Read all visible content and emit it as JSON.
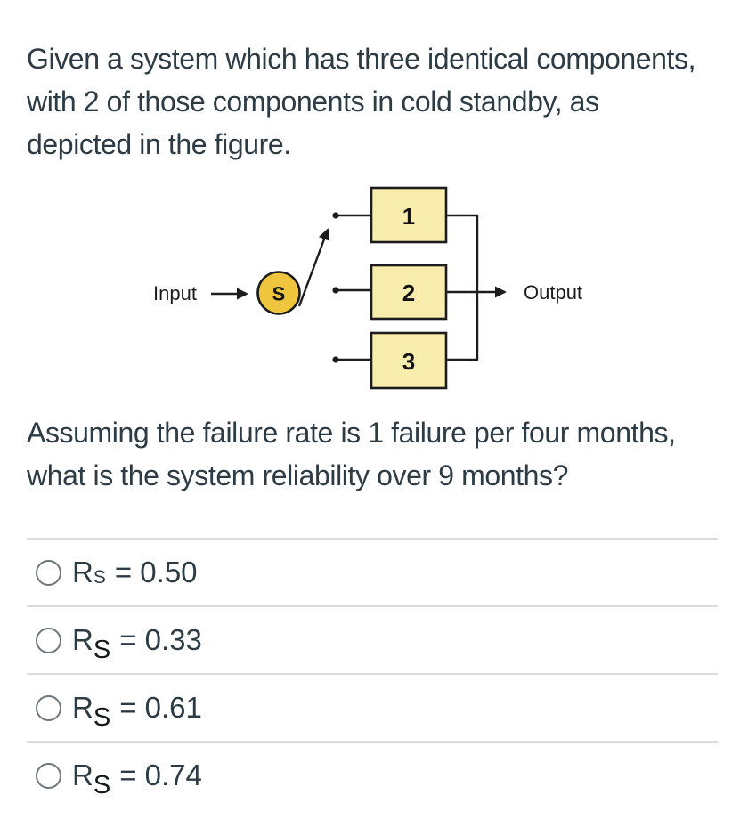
{
  "question": {
    "intro_lines": [
      "Given a system which has three identical components,",
      "with 2 of those components in cold standby, as",
      "depicted in the figure."
    ],
    "followup_lines": [
      "Assuming the failure rate is 1 failure per four months,",
      "what is the system reliability over 9 months?"
    ]
  },
  "figure": {
    "input_label": "Input",
    "output_label": "Output",
    "switch_label": "S",
    "component_labels": [
      "1",
      "2",
      "3"
    ],
    "colors": {
      "component_fill": "#F8EDAD",
      "switch_fill": "#F0C53E",
      "line": "#1C1C1C"
    }
  },
  "options": [
    {
      "symbol_base": "R",
      "symbol_sub": "S",
      "equals_value": "= 0.50"
    },
    {
      "symbol_base": "R",
      "symbol_sub": "S",
      "equals_value": "= 0.33"
    },
    {
      "symbol_base": "R",
      "symbol_sub": "S",
      "equals_value": "= 0.61"
    },
    {
      "symbol_base": "R",
      "symbol_sub": "S",
      "equals_value": "= 0.74"
    }
  ],
  "colors": {
    "text": "#2D3B45",
    "divider": "#DBDBDB",
    "radio_border": "#6E767D",
    "background": "#FFFFFF"
  }
}
